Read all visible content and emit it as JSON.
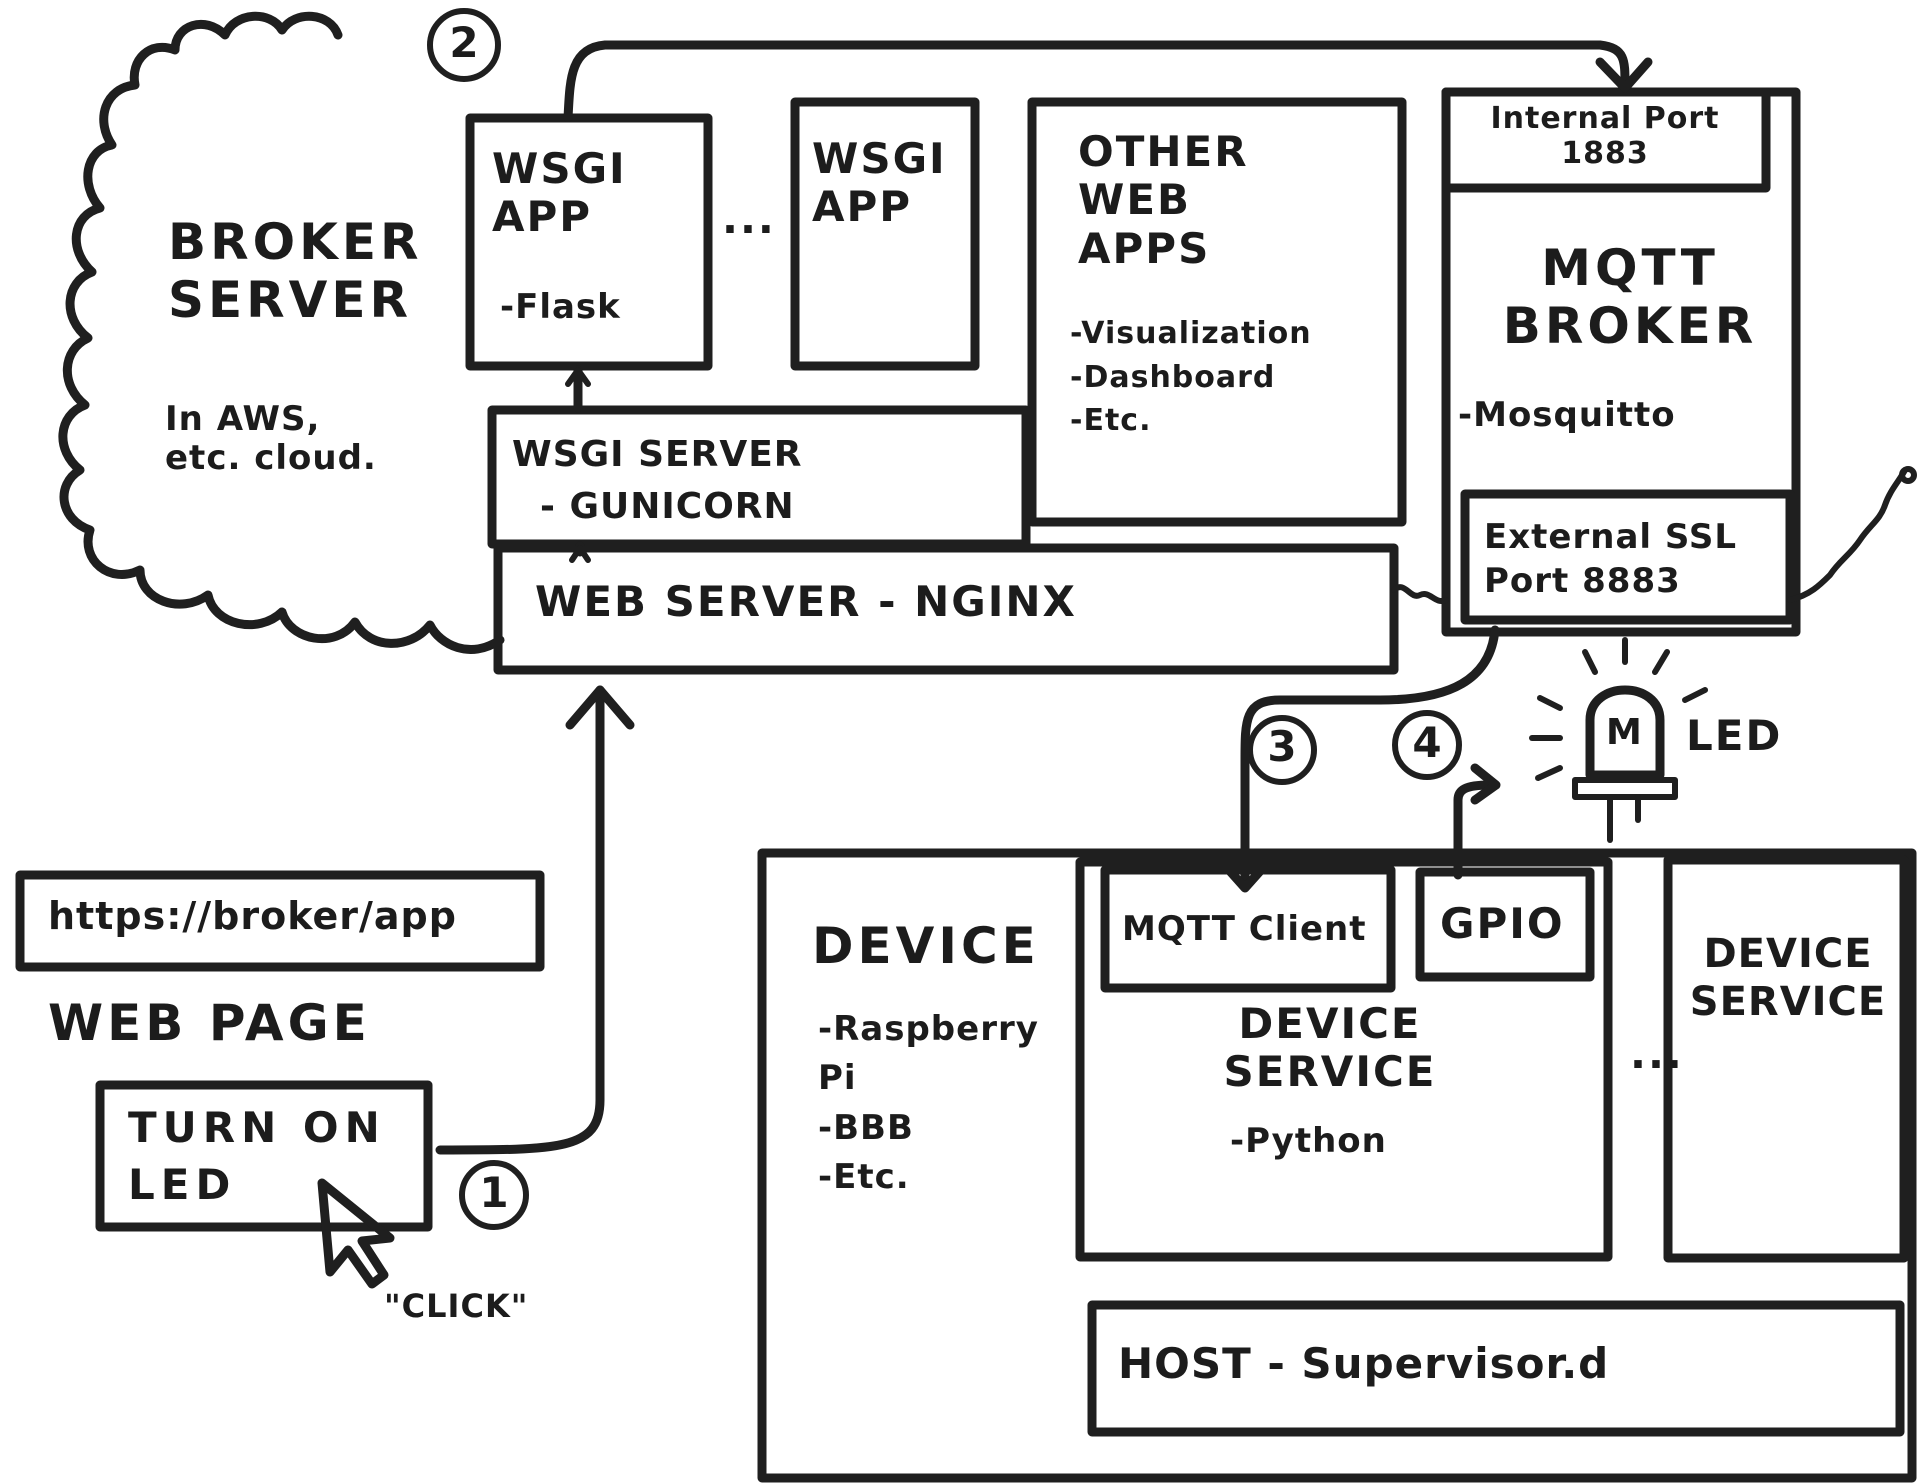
{
  "broker": {
    "title": "BROKER\nSERVER",
    "note": "In AWS,\netc. cloud."
  },
  "wsgi_app_1": {
    "title": "WSGI\nAPP",
    "detail": "-Flask"
  },
  "ellipsis_apps": "...",
  "wsgi_app_2": {
    "title": "WSGI\nAPP"
  },
  "other_web_apps": {
    "title": "OTHER\nWEB\nAPPS",
    "items": "-Visualization\n-Dashboard\n-Etc."
  },
  "mqtt_broker": {
    "internal_port": "Internal Port\n1883",
    "title": "MQTT\nBROKER",
    "detail": "-Mosquitto",
    "external_port": "External SSL\nPort 8883"
  },
  "wsgi_server": {
    "title": "WSGI SERVER",
    "detail": "- GUNICORN"
  },
  "web_server": {
    "label": "WEB SERVER - NGINX"
  },
  "web_page": {
    "url": "https://broker/app",
    "title": "WEB PAGE",
    "button": "TURN ON\nLED",
    "click": "\"CLICK\""
  },
  "steps": [
    "1",
    "2",
    "3",
    "4"
  ],
  "led": {
    "label": "LED",
    "glyph": "M"
  },
  "device": {
    "title": "DEVICE",
    "items": "-Raspberry\nPi\n-BBB\n-Etc."
  },
  "device_service": {
    "mqtt_client": "MQTT Client",
    "gpio": "GPIO",
    "title": "DEVICE\nSERVICE",
    "detail": "-Python"
  },
  "ellipsis_services": "...",
  "device_service_2": {
    "title": "DEVICE\nSERVICE"
  },
  "host": {
    "label": "HOST - Supervisor.d"
  }
}
